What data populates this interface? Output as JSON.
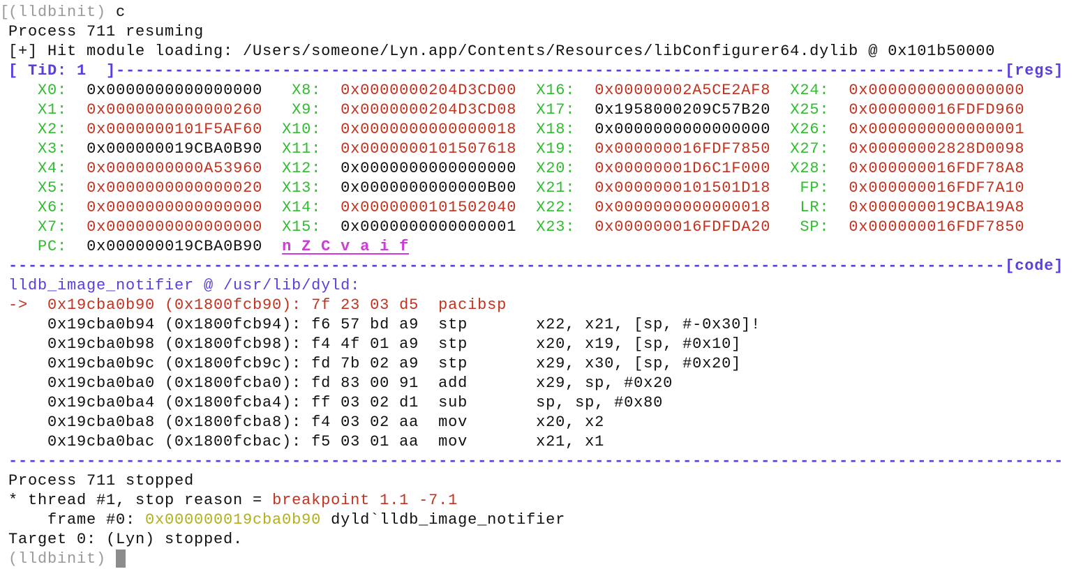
{
  "colors": {
    "changed": "#c4321f",
    "label": "#2fbd2f",
    "header": "#5b3ee0",
    "flags": "#d03ad8",
    "address": "#b2b01c",
    "prompt": "#9a9a9a",
    "cursor": "#8c8c8c"
  },
  "top": {
    "mark": "[",
    "prompt": "(lldbinit)",
    "command": "c"
  },
  "output": [
    "Process 711 resuming",
    "[+] Hit module loading: /Users/someone/Lyn.app/Contents/Resources/libConfigurer64.dylib @ 0x101b50000"
  ],
  "regs_header": {
    "tid": "[ TiD: 1  ]",
    "tag": "[regs]"
  },
  "registers": [
    [
      {
        "name": "X0:",
        "value": "0x0000000000000000",
        "changed": false
      },
      {
        "name": "X8:",
        "value": "0x0000000204D3CD00",
        "changed": true
      },
      {
        "name": "X16:",
        "value": "0x00000002A5CE2AF8",
        "changed": true
      },
      {
        "name": "X24:",
        "value": "0x0000000000000000",
        "changed": true
      }
    ],
    [
      {
        "name": "X1:",
        "value": "0x0000000000000260",
        "changed": true
      },
      {
        "name": "X9:",
        "value": "0x0000000204D3CD08",
        "changed": true
      },
      {
        "name": "X17:",
        "value": "0x1958000209C57B20",
        "changed": false
      },
      {
        "name": "X25:",
        "value": "0x000000016FDFD960",
        "changed": true
      }
    ],
    [
      {
        "name": "X2:",
        "value": "0x0000000101F5AF60",
        "changed": true
      },
      {
        "name": "X10:",
        "value": "0x0000000000000018",
        "changed": true
      },
      {
        "name": "X18:",
        "value": "0x0000000000000000",
        "changed": false
      },
      {
        "name": "X26:",
        "value": "0x0000000000000001",
        "changed": true
      }
    ],
    [
      {
        "name": "X3:",
        "value": "0x000000019CBA0B90",
        "changed": false
      },
      {
        "name": "X11:",
        "value": "0x0000000101507618",
        "changed": true
      },
      {
        "name": "X19:",
        "value": "0x000000016FDF7850",
        "changed": true
      },
      {
        "name": "X27:",
        "value": "0x00000002828D0098",
        "changed": true
      }
    ],
    [
      {
        "name": "X4:",
        "value": "0x0000000000A53960",
        "changed": true
      },
      {
        "name": "X12:",
        "value": "0x0000000000000000",
        "changed": false
      },
      {
        "name": "X20:",
        "value": "0x00000001D6C1F000",
        "changed": true
      },
      {
        "name": "X28:",
        "value": "0x000000016FDF78A8",
        "changed": true
      }
    ],
    [
      {
        "name": "X5:",
        "value": "0x0000000000000020",
        "changed": true
      },
      {
        "name": "X13:",
        "value": "0x0000000000000B00",
        "changed": false
      },
      {
        "name": "X21:",
        "value": "0x0000000101501D18",
        "changed": true
      },
      {
        "name": "FP:",
        "value": "0x000000016FDF7A10",
        "changed": true
      }
    ],
    [
      {
        "name": "X6:",
        "value": "0x0000000000000000",
        "changed": true
      },
      {
        "name": "X14:",
        "value": "0x0000000101502040",
        "changed": true
      },
      {
        "name": "X22:",
        "value": "0x0000000000000018",
        "changed": true
      },
      {
        "name": "LR:",
        "value": "0x000000019CBA19A8",
        "changed": true
      }
    ],
    [
      {
        "name": "X7:",
        "value": "0x0000000000000000",
        "changed": true
      },
      {
        "name": "X15:",
        "value": "0x0000000000000001",
        "changed": false
      },
      {
        "name": "X23:",
        "value": "0x000000016FDFDA20",
        "changed": true
      },
      {
        "name": "SP:",
        "value": "0x000000016FDF7850",
        "changed": true
      }
    ],
    [
      {
        "name": "PC:",
        "value": "0x000000019CBA0B90",
        "changed": false
      }
    ]
  ],
  "flags": "n Z C v a i f",
  "code_header": {
    "tag": "[code]"
  },
  "code": {
    "function": "lldb_image_notifier @ /usr/lib/dyld:",
    "instructions": [
      {
        "arrow": "->",
        "addr": "0x19cba0b90 (0x1800fcb90):",
        "bytes": "7f 23 03 d5",
        "mnemonic": "pacibsp",
        "operands": "",
        "current": true
      },
      {
        "arrow": "",
        "addr": "0x19cba0b94 (0x1800fcb94):",
        "bytes": "f6 57 bd a9",
        "mnemonic": "stp",
        "operands": "x22, x21, [sp, #-0x30]!",
        "current": false
      },
      {
        "arrow": "",
        "addr": "0x19cba0b98 (0x1800fcb98):",
        "bytes": "f4 4f 01 a9",
        "mnemonic": "stp",
        "operands": "x20, x19, [sp, #0x10]",
        "current": false
      },
      {
        "arrow": "",
        "addr": "0x19cba0b9c (0x1800fcb9c):",
        "bytes": "fd 7b 02 a9",
        "mnemonic": "stp",
        "operands": "x29, x30, [sp, #0x20]",
        "current": false
      },
      {
        "arrow": "",
        "addr": "0x19cba0ba0 (0x1800fcba0):",
        "bytes": "fd 83 00 91",
        "mnemonic": "add",
        "operands": "x29, sp, #0x20",
        "current": false
      },
      {
        "arrow": "",
        "addr": "0x19cba0ba4 (0x1800fcba4):",
        "bytes": "ff 03 02 d1",
        "mnemonic": "sub",
        "operands": "sp, sp, #0x80",
        "current": false
      },
      {
        "arrow": "",
        "addr": "0x19cba0ba8 (0x1800fcba8):",
        "bytes": "f4 03 02 aa",
        "mnemonic": "mov",
        "operands": "x20, x2",
        "current": false
      },
      {
        "arrow": "",
        "addr": "0x19cba0bac (0x1800fcbac):",
        "bytes": "f5 03 01 aa",
        "mnemonic": "mov",
        "operands": "x21, x1",
        "current": false
      }
    ]
  },
  "stop": {
    "line1": "Process 711 stopped",
    "thread_prefix": "* thread #1, stop reason = ",
    "reason": "breakpoint 1.1 -7.1",
    "frame_prefix": "    frame #0: ",
    "frame_addr": "0x000000019cba0b90",
    "frame_symbol": " dyld`lldb_image_notifier",
    "target": "Target 0: (Lyn) stopped."
  },
  "bottom": {
    "prompt": "(lldbinit) "
  }
}
